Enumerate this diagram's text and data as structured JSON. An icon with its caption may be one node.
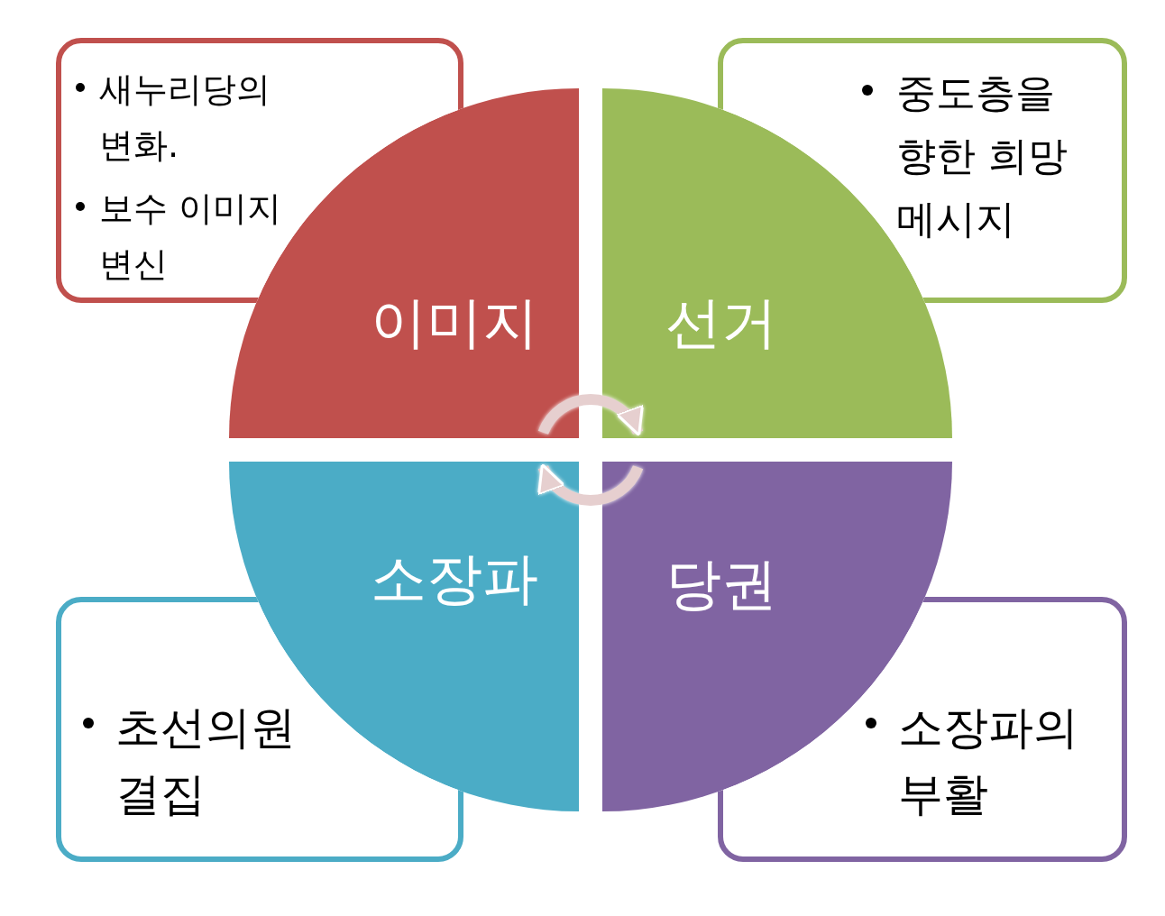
{
  "diagram": {
    "nodes": [
      {
        "text": [
          "새누리당의 변화.",
          "보수 이미지 변신"
        ]
      },
      {
        "text": [
          "중도층을 향한 희망 메시지"
        ]
      },
      {
        "text": [
          "이미지"
        ]
      },
      {
        "text": [
          "선거"
        ]
      },
      {
        "text": [
          "소장파"
        ]
      },
      {
        "text": [
          "당권"
        ]
      },
      {
        "text": [
          "초선의원 결집"
        ]
      },
      {
        "text": [
          "소장파의 부활"
        ]
      }
    ],
    "edges": [
      {
        "from": 2,
        "to": 3,
        "arrow": "to"
      },
      {
        "from": 5,
        "to": 4,
        "arrow": "to"
      }
    ]
  }
}
